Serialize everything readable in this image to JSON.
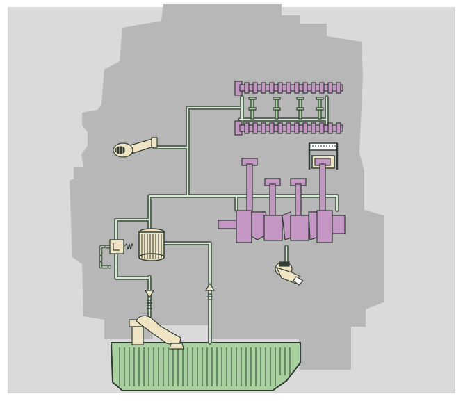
{
  "diagram": {
    "kind": "engine lubrication circuit",
    "colors": {
      "background": "#dadada",
      "engine_silhouette": "#b7b7b7",
      "oil_line": "#58695a",
      "oil_line_light": "#d9e8d6",
      "sump": "#a9d1a0",
      "components_purple": "#c496c4",
      "components_cream": "#efe4c4",
      "outline": "#2f3a32"
    },
    "components": [
      {
        "name": "camshafts",
        "icon": "camshaft-icon"
      },
      {
        "name": "rocker-oil-rail",
        "icon": "valve-lifter-icon"
      },
      {
        "name": "fuel-injector",
        "icon": "injector-icon"
      },
      {
        "name": "crankshaft",
        "icon": "crankshaft-icon"
      },
      {
        "name": "connecting-rods",
        "icon": "connecting-rod-icon"
      },
      {
        "name": "piston",
        "icon": "piston-icon"
      },
      {
        "name": "oil-pressure-sender",
        "icon": "pressure-sensor-icon"
      },
      {
        "name": "oil-filter",
        "icon": "filter-icon"
      },
      {
        "name": "pressure-relief-valve",
        "icon": "relief-valve-icon"
      },
      {
        "name": "check-valves",
        "icon": "check-valve-icon"
      },
      {
        "name": "oil-pump",
        "icon": "oil-pump-icon"
      },
      {
        "name": "oil-sump",
        "icon": "sump-icon"
      }
    ]
  }
}
